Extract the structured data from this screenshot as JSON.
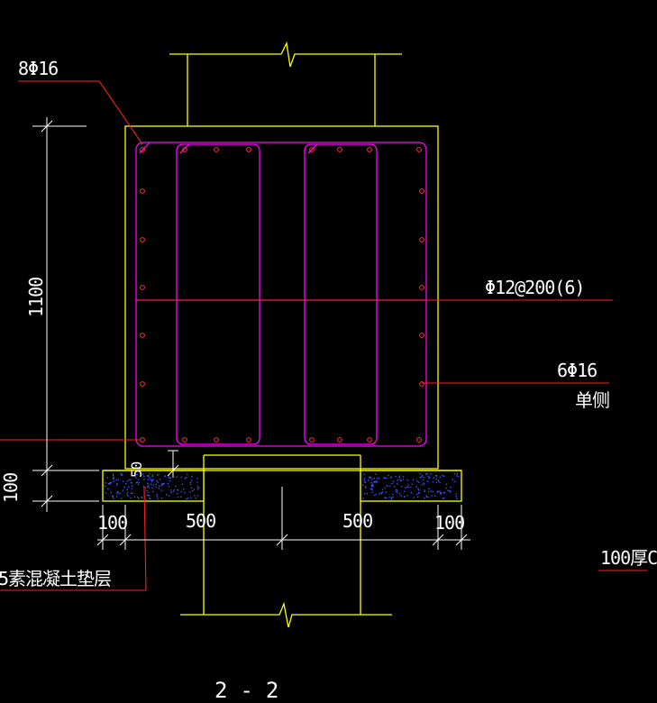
{
  "drawing": {
    "labels": {
      "top_bars": "8Φ16",
      "stirrups": "Φ12@200(6)",
      "side_bars": "6Φ16",
      "side_note": "单侧",
      "height_dim": "1100",
      "pad_thickness_dim": "100",
      "pad_offset_dim": "50",
      "dim_left_outer": "100",
      "dim_left_inner": "500",
      "dim_right_inner": "500",
      "dim_right_outer": "100",
      "pad_note": "5素混凝土垫层",
      "right_edge_note": "100厚C",
      "section_mark": "2-2"
    },
    "colors": {
      "background": "#000000",
      "concrete_outline": "#ffff00",
      "rebar_stirrup": "#ff00ff",
      "leader_line": "#ff0000",
      "dimension": "#ffffff",
      "pad_hatch": "#2244ff",
      "text": "#ffffff"
    }
  }
}
